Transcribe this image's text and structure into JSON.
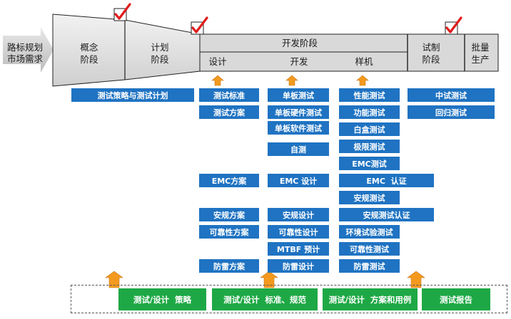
{
  "input_label": [
    "路标规划",
    "市场需求"
  ],
  "phases": {
    "concept": [
      "概念",
      "阶段"
    ],
    "plan": [
      "计划",
      "阶段"
    ],
    "dev_title": "开发阶段",
    "dev_sub": [
      "设计",
      "开发",
      "样机"
    ],
    "trial": [
      "试制",
      "阶段"
    ],
    "mass": [
      "批量",
      "生产"
    ]
  },
  "colors": {
    "box_blue": "#1f73c2",
    "box_green": "#1ea845",
    "arrow_orange": "#f39a1e",
    "check_red": "#e01b1b",
    "funnel_gray": "#d9d9d9"
  },
  "boxes": {
    "strategy_plan": "测试策略与测试计划",
    "design_col": [
      "测试标准",
      "测试方案",
      "EMC方案",
      "安规方案",
      "可靠性方案",
      "防雷方案"
    ],
    "dev_col": [
      "单板测试",
      "单板硬件测试",
      "单板软件测试",
      "自测",
      "EMC 设计",
      "安规设计",
      "可靠性设计",
      "MTBF 预计",
      "防雷设计"
    ],
    "proto_col": [
      "性能测试",
      "功能测试",
      "白盒测试",
      "极限测试",
      "EMC测试",
      "EMC  认证",
      "安规测试",
      "安规测试认证",
      "环境试验测试",
      "可靠性测试",
      "防雷测试"
    ],
    "trial_col": [
      "中试测试",
      "回归测试"
    ]
  },
  "bottom": [
    "测试/设计  策略",
    "测试/设计  标准、规范",
    "测试/设计  方案和用例",
    "测试报告"
  ]
}
